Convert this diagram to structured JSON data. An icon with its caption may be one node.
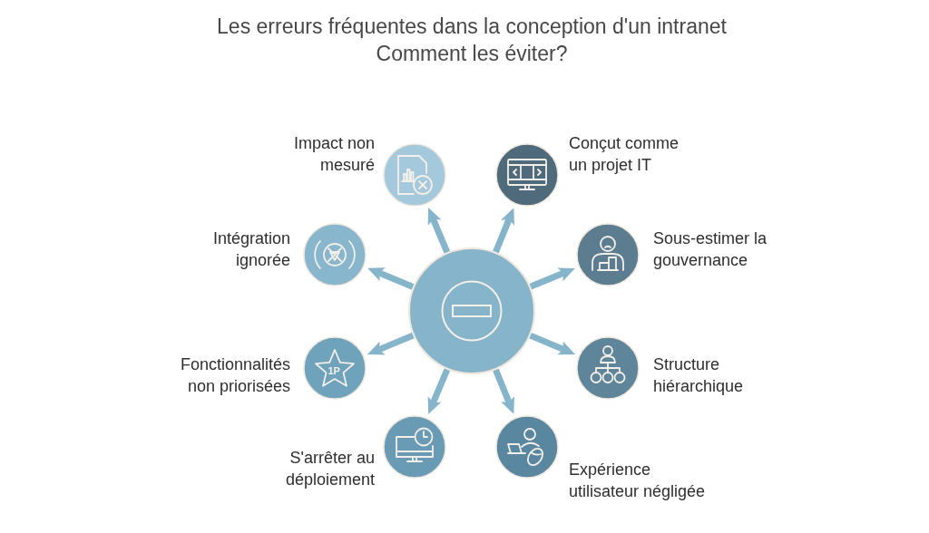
{
  "diagram": {
    "title": "Les erreurs fréquentes dans la conception d'un intranet Comment les éviter?",
    "nodes": [
      {
        "text": [
          "Impact non mesuré"
        ]
      },
      {
        "text": [
          "Conçut comme un projet IT"
        ]
      },
      {
        "text": [
          "Intégration ignorée"
        ]
      },
      {
        "text": [
          "Sous-estimer la gouvernance"
        ]
      },
      {
        "text": [],
        "shape": "circle"
      },
      {
        "text": [
          "Fonctionnalités non priorisées",
          "1P"
        ]
      },
      {
        "text": [
          "Structure hiérarchique"
        ]
      },
      {
        "text": [
          "S'arrêter au déploiement"
        ]
      },
      {
        "text": [
          "Expérience utilisateur négligée"
        ]
      }
    ],
    "edges": [
      {
        "from": 4,
        "to": 0,
        "arrow": "to"
      },
      {
        "from": 4,
        "to": 1,
        "arrow": "to"
      },
      {
        "from": 4,
        "to": 2,
        "arrow": "to"
      },
      {
        "from": 4,
        "to": 3,
        "arrow": "to"
      },
      {
        "from": 4,
        "to": 5,
        "arrow": "to"
      },
      {
        "from": 4,
        "to": 6,
        "arrow": "to"
      },
      {
        "from": 4,
        "to": 7,
        "arrow": "to"
      },
      {
        "from": 4,
        "to": 8,
        "arrow": "to"
      }
    ]
  }
}
